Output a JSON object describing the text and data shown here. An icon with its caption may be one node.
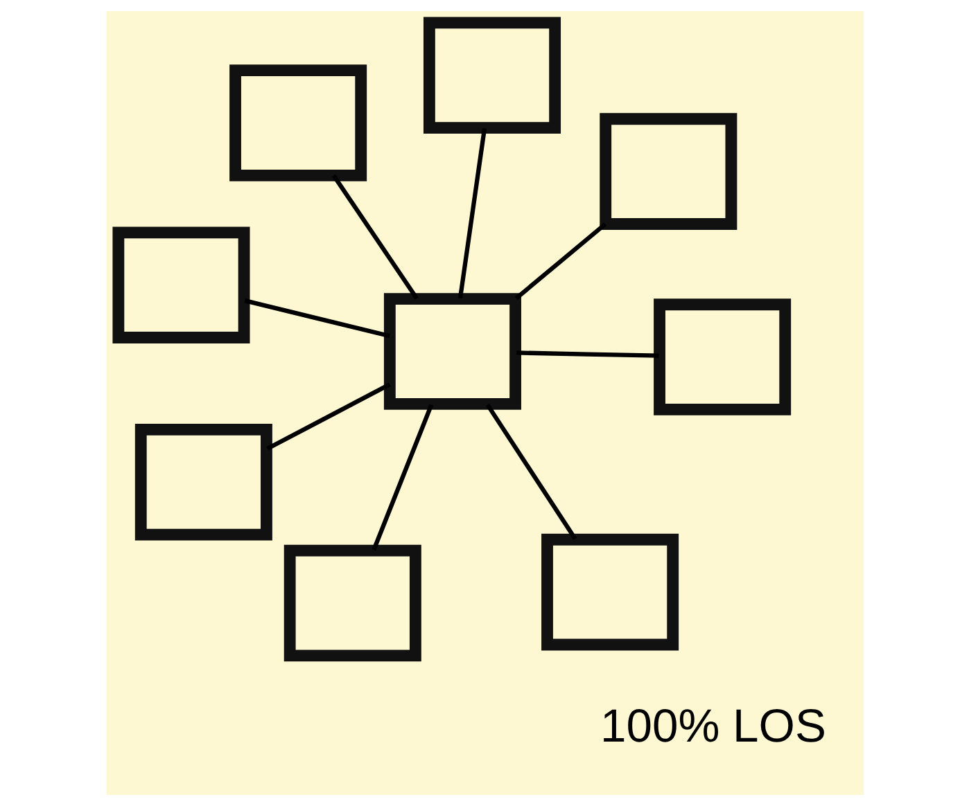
{
  "diagram": {
    "nodes": [
      {
        "text": [],
        "shape": "box"
      },
      {
        "text": [],
        "shape": "box"
      },
      {
        "text": [],
        "shape": "box"
      },
      {
        "text": [],
        "shape": "box"
      },
      {
        "text": [],
        "shape": "box"
      },
      {
        "text": [],
        "shape": "box"
      },
      {
        "text": [],
        "shape": "box"
      },
      {
        "text": [],
        "shape": "box"
      },
      {
        "text": [],
        "shape": "box"
      }
    ],
    "edges": [
      {
        "from": 4,
        "to": 0,
        "arrow": "none"
      },
      {
        "from": 4,
        "to": 1,
        "arrow": "none"
      },
      {
        "from": 4,
        "to": 2,
        "arrow": "none"
      },
      {
        "from": 4,
        "to": 3,
        "arrow": "none"
      },
      {
        "from": 4,
        "to": 5,
        "arrow": "none"
      },
      {
        "from": 4,
        "to": 6,
        "arrow": "none"
      },
      {
        "from": 4,
        "to": 7,
        "arrow": "none"
      },
      {
        "from": 4,
        "to": 8,
        "arrow": "none"
      }
    ],
    "labels": [
      "100% LOS"
    ]
  }
}
